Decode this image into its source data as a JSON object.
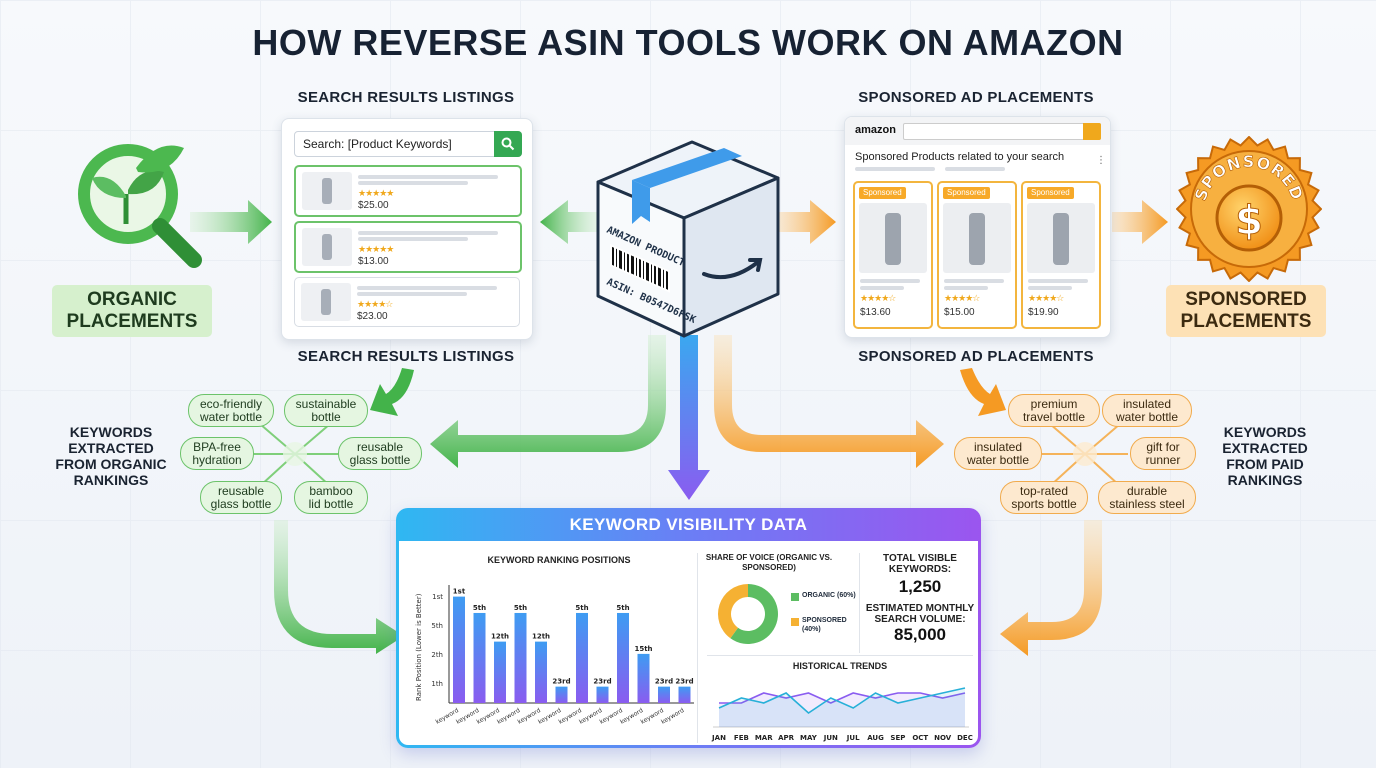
{
  "title": "HOW REVERSE ASIN TOOLS WORK ON AMAZON",
  "organic": {
    "label": "ORGANIC PLACEMENTS",
    "serp_label_top": "SEARCH RESULTS LISTINGS",
    "serp_label_bottom": "SEARCH RESULTS LISTINGS",
    "search_text": "Search: [Product Keywords]",
    "results": [
      {
        "price": "$25.00"
      },
      {
        "price": "$13.00"
      },
      {
        "price": "$23.00"
      }
    ],
    "keywords_label": "KEYWORDS EXTRACTED FROM ORGANIC RANKINGS",
    "keywords": [
      "eco-friendly water bottle",
      "sustainable bottle",
      "BPA-free hydration",
      "reusable glass bottle",
      "reusable glass bottle",
      "bamboo lid bottle"
    ]
  },
  "product": {
    "line1": "AMAZON PRODUCT",
    "line2": "ASIN: B0547D6FSK"
  },
  "sponsored": {
    "label": "SPONSORED PLACEMENTS",
    "badge_text": "SPONSORED",
    "ad_label_top": "SPONSORED AD PLACEMENTS",
    "ad_label_bottom": "SPONSORED AD PLACEMENTS",
    "logo": "amazon",
    "heading": "Sponsored Products related to your search",
    "tag": "Sponsored",
    "cards": [
      {
        "price": "$13.60"
      },
      {
        "price": "$15.00"
      },
      {
        "price": "$19.90"
      }
    ],
    "keywords_label": "KEYWORDS EXTRACTED FROM PAID RANKINGS",
    "keywords": [
      "premium travel bottle",
      "insulated water bottle",
      "insulated water bottle",
      "gift for runner",
      "top-rated sports bottle",
      "durable stainless steel"
    ]
  },
  "dashboard": {
    "title": "KEYWORD VISIBILITY DATA",
    "ranking": {
      "title": "KEYWORD RANKING POSITIONS",
      "ylabel": "Rank Position (Lower is Better)",
      "yticks": [
        "1st",
        "5th",
        "2th",
        "1th"
      ],
      "bars": [
        {
          "label": "1st",
          "value": 1
        },
        {
          "label": "5th",
          "value": 5
        },
        {
          "label": "12th",
          "value": 12
        },
        {
          "label": "5th",
          "value": 5
        },
        {
          "label": "12th",
          "value": 12
        },
        {
          "label": "23rd",
          "value": 23
        },
        {
          "label": "5th",
          "value": 5
        },
        {
          "label": "23rd",
          "value": 23
        },
        {
          "label": "5th",
          "value": 5
        },
        {
          "label": "15th",
          "value": 15
        },
        {
          "label": "23rd",
          "value": 23
        },
        {
          "label": "23rd",
          "value": 23
        }
      ],
      "xlabels": [
        "keyword",
        "keyword",
        "keyword",
        "keyword",
        "keyword",
        "keyword",
        "keyword",
        "keyword",
        "keyword",
        "keyword",
        "keyword",
        "keyword"
      ]
    },
    "sov": {
      "title": "SHARE OF VOICE (ORGANIC VS. SPONSORED)",
      "organic_label": "ORGANIC (60%)",
      "organic_pct": 60,
      "sponsored_label": "SPONSORED (40%)",
      "sponsored_pct": 40,
      "organic_color": "#5cbd62",
      "sponsored_color": "#f5b133"
    },
    "total_label": "TOTAL VISIBLE KEYWORDS:",
    "total_value": "1,250",
    "volume_label": "ESTIMATED MONTHLY SEARCH VOLUME:",
    "volume_value": "85,000",
    "trends": {
      "title": "HISTORICAL TRENDS",
      "months": [
        "JAN",
        "FEB",
        "MAR",
        "APR",
        "MAY",
        "JUN",
        "JUL",
        "AUG",
        "SEP",
        "OCT",
        "NOV",
        "DEC"
      ],
      "series_a": [
        3,
        5,
        4,
        6,
        2,
        5,
        3,
        6,
        4,
        5,
        6,
        7
      ],
      "series_b": [
        4,
        4,
        6,
        5,
        6,
        4,
        6,
        5,
        6,
        6,
        5,
        6
      ]
    }
  },
  "colors": {
    "green": "#4cb84f",
    "orange": "#f59a23",
    "blue": "#4a86f0",
    "purple": "#8a5cf0"
  }
}
